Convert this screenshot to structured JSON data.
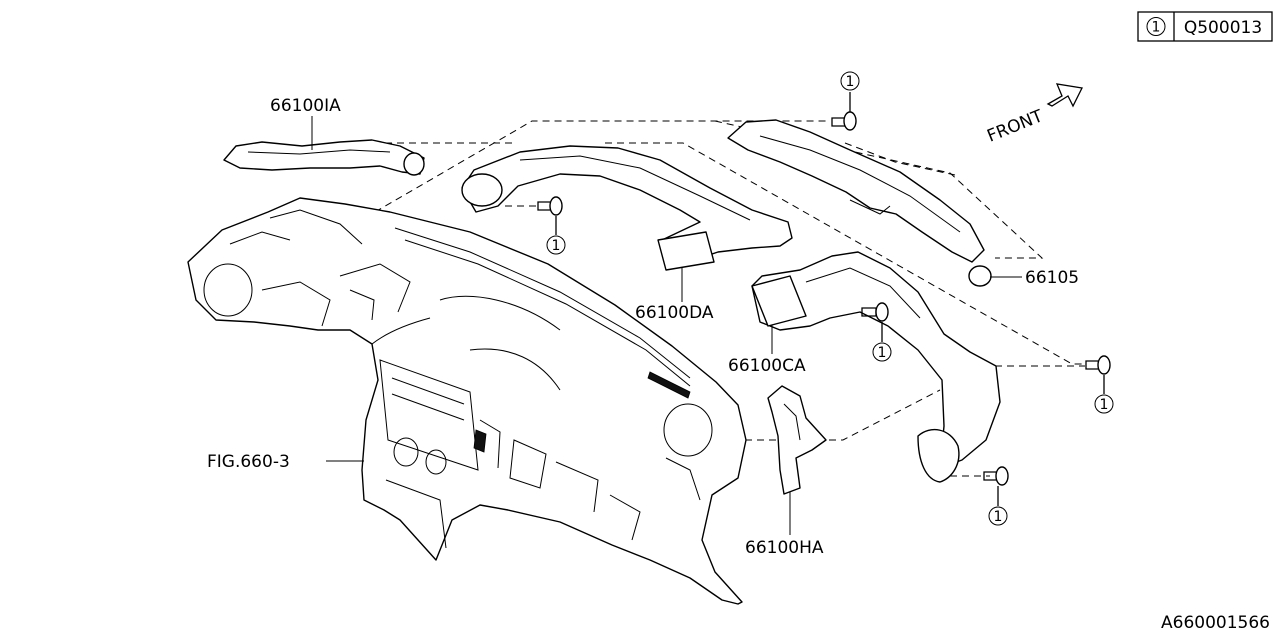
{
  "legend": {
    "symbol": "1",
    "code": "Q500013"
  },
  "front_label": "FRONT",
  "drawing_id": "A660001566",
  "parts": {
    "duct_side_left": "66100IA",
    "duct_center": "66100DA",
    "duct_right": "66100CA",
    "duct_lower": "66100HA",
    "defroster_nozzle": "66105",
    "reference_fig": "FIG.660-3"
  },
  "fastener_symbol": "1"
}
